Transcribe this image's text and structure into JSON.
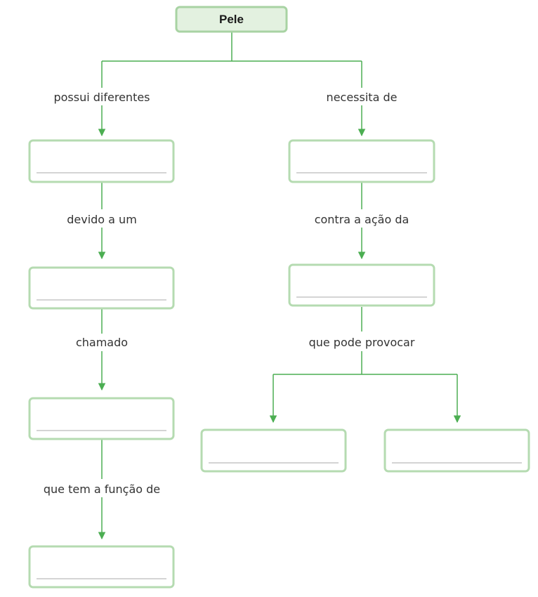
{
  "root": {
    "label": "Pele"
  },
  "labels": {
    "possui": "possui diferentes",
    "devido": "devido a um",
    "chamado": "chamado",
    "funcao": "que tem a função de",
    "necessita": "necessita de",
    "contra": "contra a ação da",
    "provocar": "que pode provocar"
  },
  "answer_boxes": {
    "left_1": "",
    "left_2": "",
    "left_3": "",
    "left_4": "",
    "right_1": "",
    "right_2": "",
    "right_3a": "",
    "right_3b": ""
  },
  "colors": {
    "connector": "#4cae52",
    "box_border": "#b5dbb1",
    "root_fill": "#e3f1e0"
  }
}
